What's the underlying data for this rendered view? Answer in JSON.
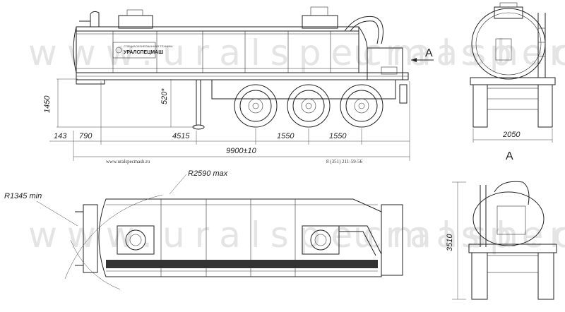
{
  "watermarks": {
    "top_left": "www.uralspecmash.ru",
    "top_right": "uralspecmash.ru",
    "bottom_left": "www.uralspecmash.ru",
    "bottom_right": "uralspecmash.ru"
  },
  "logo": {
    "brand": "УРАЛСПЕЦМАШ",
    "subtitle": "СПЕЦИАЛИЗИРОВАННАЯ ТЕХНИКА"
  },
  "dimensions": {
    "d143": "143",
    "d790": "790",
    "d4515": "4515",
    "d1550a": "1550",
    "d1550b": "1550",
    "d9900": "9900±10",
    "d1450": "1450",
    "d520": "520*",
    "d2050": "2050",
    "d3510": "3510",
    "r2590": "R2590 max",
    "r1345": "R1345 min"
  },
  "footer": {
    "website": "www.uralspecmash.ru",
    "phone": "8 (351) 211-59-56"
  },
  "views": {
    "arrow_label": "A",
    "view_label": "A"
  }
}
